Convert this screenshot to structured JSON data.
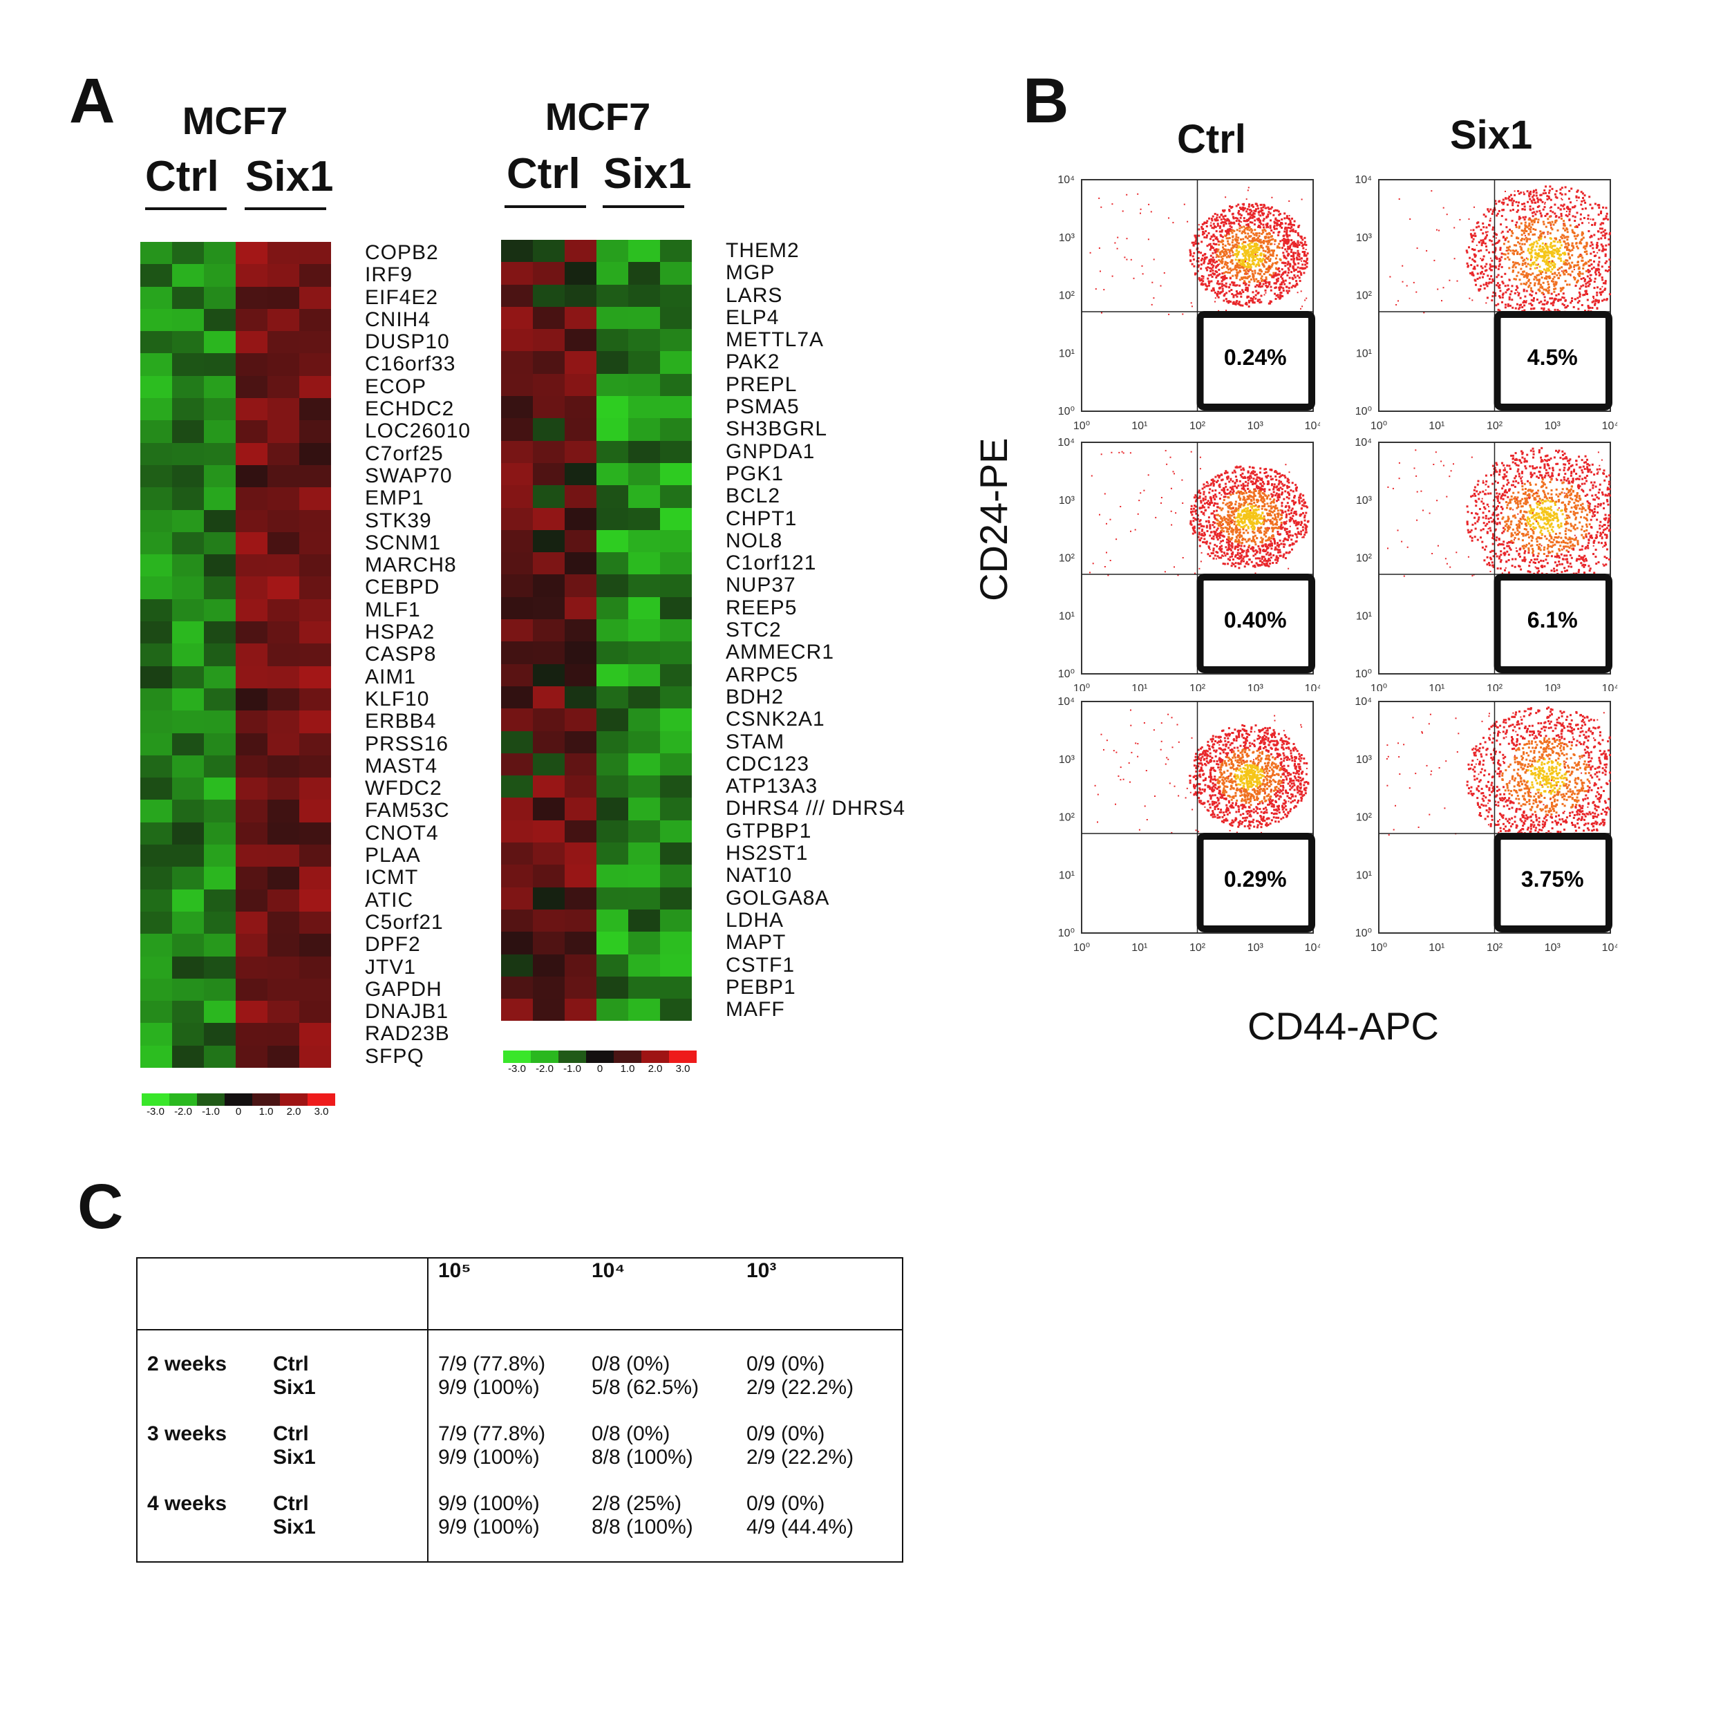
{
  "panel_a": {
    "letter": "A",
    "left": {
      "cell_line": "MCF7",
      "cond_ctrl": "Ctrl",
      "cond_six1": "Six1",
      "genes": [
        "COPB2",
        "IRF9",
        "EIF4E2",
        "CNIH4",
        "DUSP10",
        "C16orf33",
        "ECOP",
        "ECHDC2",
        "LOC26010",
        "C7orf25",
        "SWAP70",
        "EMP1",
        "STK39",
        "SCNM1",
        "MARCH8",
        "CEBPD",
        "MLF1",
        "HSPA2",
        "CASP8",
        "AIM1",
        "KLF10",
        "ERBB4",
        "PRSS16",
        "MAST4",
        "WFDC2",
        "FAM53C",
        "CNOT4",
        "PLAA",
        "ICMT",
        "ATIC",
        "C5orf21",
        "DPF2",
        "JTV1",
        "GAPDH",
        "DNAJB1",
        "RAD23B",
        "SFPQ"
      ],
      "scale_labels": [
        "-3.0",
        "-2.0",
        "-1.0",
        "0",
        "1.0",
        "2.0",
        "3.0"
      ]
    },
    "right": {
      "cell_line": "MCF7",
      "cond_ctrl": "Ctrl",
      "cond_six1": "Six1",
      "genes": [
        "THEM2",
        "MGP",
        "LARS",
        "ELP4",
        "METTL7A",
        "PAK2",
        "PREPL",
        "PSMA5",
        "SH3BGRL",
        "GNPDA1",
        "PGK1",
        "BCL2",
        "CHPT1",
        "NOL8",
        "C1orf121",
        "NUP37",
        "REEP5",
        "STC2",
        "AMMECR1",
        "ARPC5",
        "BDH2",
        "CSNK2A1",
        "STAM",
        "CDC123",
        "ATP13A3",
        "DHRS4 /// DHRS4",
        "GTPBP1",
        "HS2ST1",
        "NAT10",
        "GOLGA8A",
        "LDHA",
        "MAPT",
        "CSTF1",
        "PEBP1",
        "MAFF"
      ],
      "scale_labels": [
        "-3.0",
        "-2.0",
        "-1.0",
        "0",
        "1.0",
        "2.0",
        "3.0"
      ]
    },
    "scale_colors": [
      "#39e62a",
      "#2ab81f",
      "#205a17",
      "#141010",
      "#4a1414",
      "#9e1414",
      "#ee1b1b"
    ]
  },
  "panel_b": {
    "letter": "B",
    "col_ctrl": "Ctrl",
    "col_six1": "Six1",
    "y_axis_label": "CD24-PE",
    "x_axis_label": "CD44-APC",
    "tick_labels": [
      "10⁰",
      "10¹",
      "10²",
      "10³",
      "10⁴"
    ],
    "plots": [
      {
        "row": 1,
        "condition": "Ctrl",
        "percent": "0.24%"
      },
      {
        "row": 1,
        "condition": "Six1",
        "percent": "4.5%"
      },
      {
        "row": 2,
        "condition": "Ctrl",
        "percent": "0.40%"
      },
      {
        "row": 2,
        "condition": "Six1",
        "percent": "6.1%"
      },
      {
        "row": 3,
        "condition": "Ctrl",
        "percent": "0.29%"
      },
      {
        "row": 3,
        "condition": "Six1",
        "percent": "3.75%"
      }
    ]
  },
  "panel_c": {
    "letter": "C",
    "headers": [
      "",
      "",
      "10⁵",
      "10⁴",
      "10³"
    ],
    "groups": [
      {
        "time": "2 weeks",
        "rows": [
          {
            "cond": "Ctrl",
            "c1": "7/9 (77.8%)",
            "c2": "0/8 (0%)",
            "c3": "0/9 (0%)"
          },
          {
            "cond": "Six1",
            "c1": "9/9 (100%)",
            "c2": "5/8 (62.5%)",
            "c3": "2/9 (22.2%)"
          }
        ]
      },
      {
        "time": "3 weeks",
        "rows": [
          {
            "cond": "Ctrl",
            "c1": "7/9 (77.8%)",
            "c2": "0/8 (0%)",
            "c3": "0/9 (0%)"
          },
          {
            "cond": "Six1",
            "c1": "9/9 (100%)",
            "c2": "8/8 (100%)",
            "c3": "2/9 (22.2%)"
          }
        ]
      },
      {
        "time": "4 weeks",
        "rows": [
          {
            "cond": "Ctrl",
            "c1": "9/9 (100%)",
            "c2": "2/8 (25%)",
            "c3": "0/9 (0%)"
          },
          {
            "cond": "Six1",
            "c1": "9/9 (100%)",
            "c2": "8/8 (100%)",
            "c3": "4/9 (44.4%)"
          }
        ]
      }
    ]
  }
}
